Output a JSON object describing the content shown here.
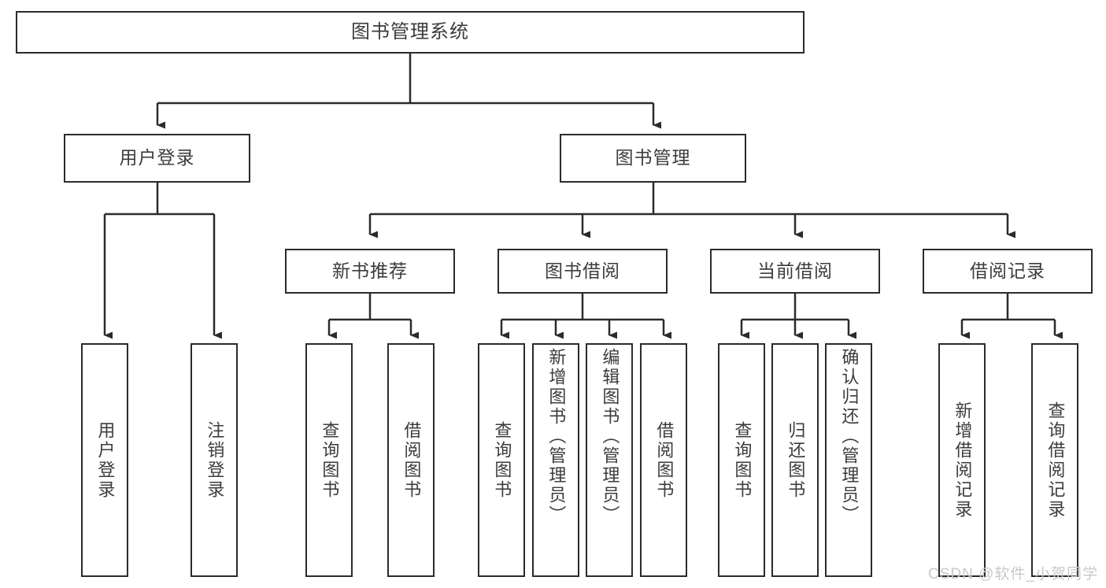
{
  "diagram": {
    "type": "tree-hierarchy",
    "title_node": {
      "label": "图书管理系统"
    },
    "level1": [
      {
        "id": "user-login",
        "label": "用户登录"
      },
      {
        "id": "book-manage",
        "label": "图书管理"
      }
    ],
    "level2": [
      {
        "id": "new-book-recommend",
        "label": "新书推荐",
        "parent": "book-manage"
      },
      {
        "id": "book-borrow",
        "label": "图书借阅",
        "parent": "book-manage"
      },
      {
        "id": "current-borrow",
        "label": "当前借阅",
        "parent": "book-manage"
      },
      {
        "id": "borrow-record",
        "label": "借阅记录",
        "parent": "book-manage"
      }
    ],
    "leaves": [
      {
        "id": "leaf-user-login",
        "label": "用户登录",
        "parent": "user-login"
      },
      {
        "id": "leaf-user-logout",
        "label": "注销登录",
        "parent": "user-login"
      },
      {
        "id": "leaf-query-book-1",
        "label": "查询图书",
        "parent": "new-book-recommend"
      },
      {
        "id": "leaf-borrow-book-1",
        "label": "借阅图书",
        "parent": "new-book-recommend"
      },
      {
        "id": "leaf-query-book-2",
        "label": "查询图书",
        "parent": "book-borrow"
      },
      {
        "id": "leaf-add-book",
        "label": "新增图书（管理员）",
        "parent": "book-borrow"
      },
      {
        "id": "leaf-edit-book",
        "label": "编辑图书（管理员）",
        "parent": "book-borrow"
      },
      {
        "id": "leaf-borrow-book-2",
        "label": "借阅图书",
        "parent": "book-borrow"
      },
      {
        "id": "leaf-query-book-3",
        "label": "查询图书",
        "parent": "current-borrow"
      },
      {
        "id": "leaf-return-book",
        "label": "归还图书",
        "parent": "current-borrow"
      },
      {
        "id": "leaf-confirm-return",
        "label": "确认归还（管理员）",
        "parent": "current-borrow"
      },
      {
        "id": "leaf-add-record",
        "label": "新增借阅记录",
        "parent": "borrow-record"
      },
      {
        "id": "leaf-query-record",
        "label": "查询借阅记录",
        "parent": "borrow-record"
      }
    ],
    "watermark": "CSDN @软件_小贺同学",
    "colors": {
      "stroke": "#2b2b2b",
      "text": "#3c3c3c",
      "background": "#ffffff",
      "watermark": "#c9c9c9"
    }
  }
}
